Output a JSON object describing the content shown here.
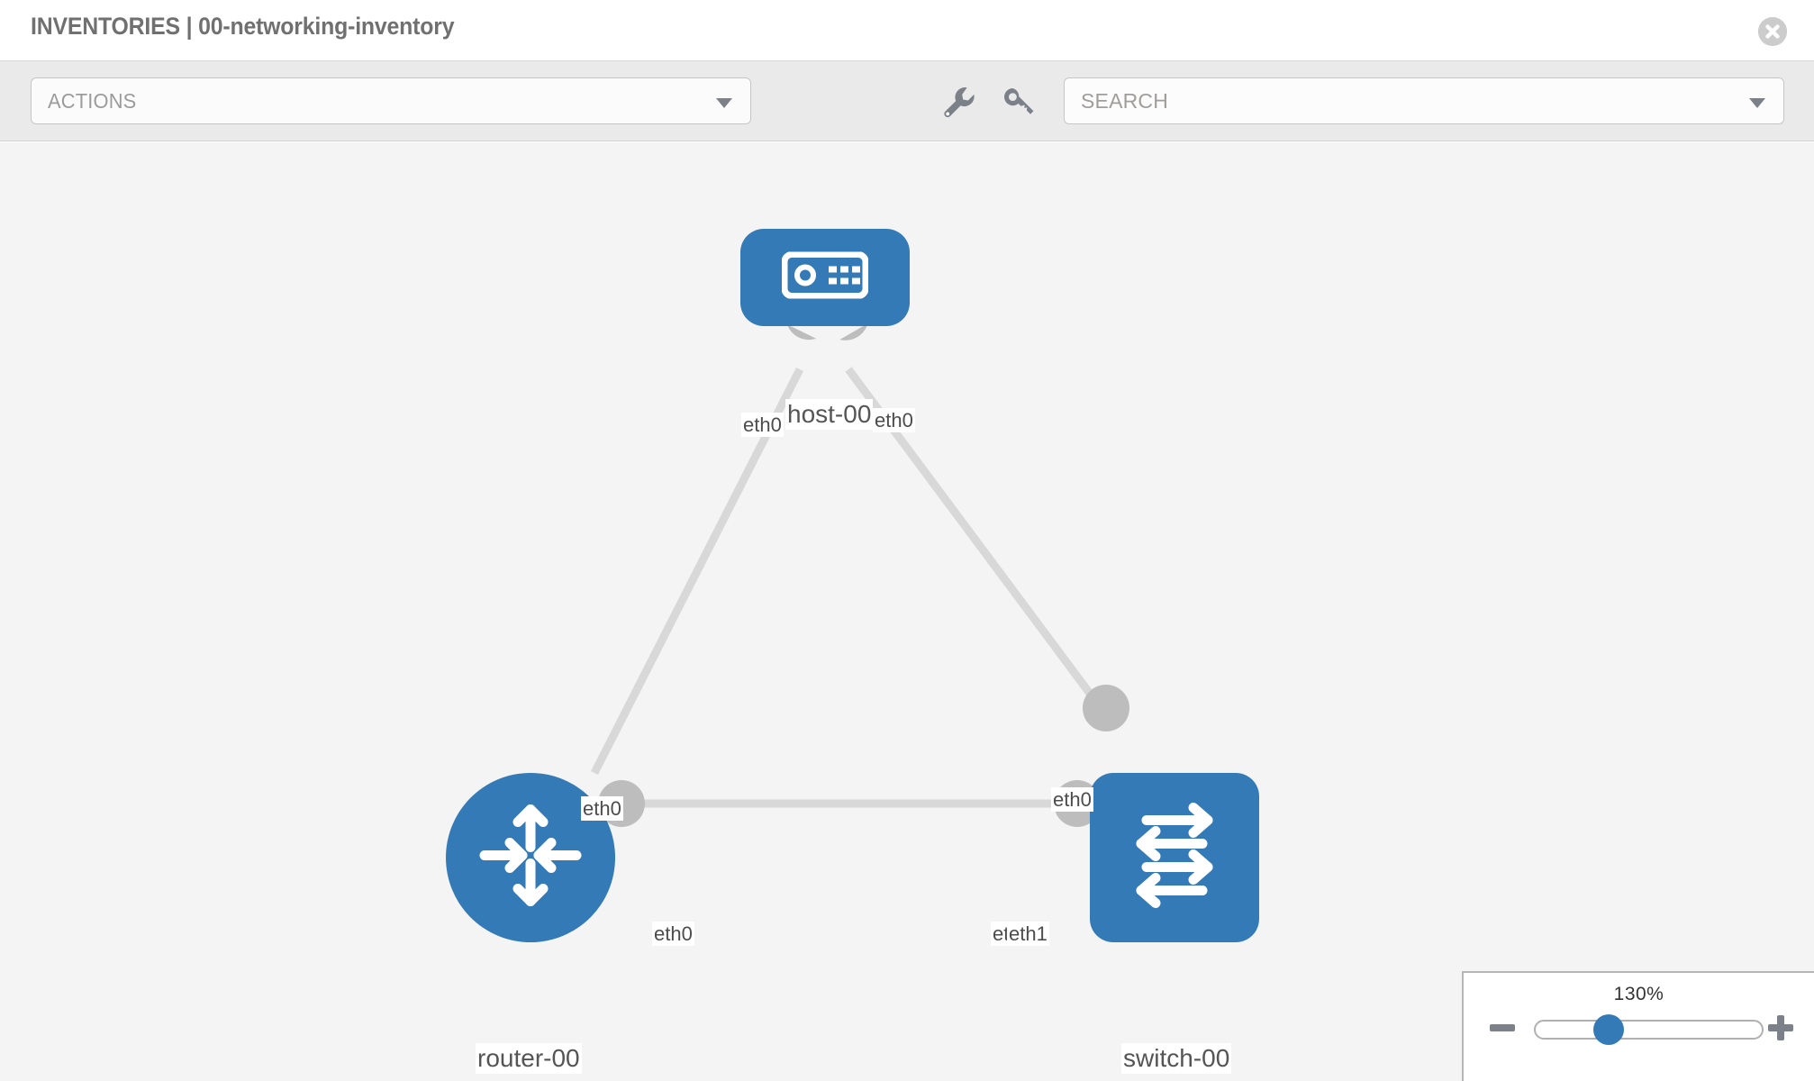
{
  "header": {
    "title": "INVENTORIES | 00-networking-inventory",
    "close_icon": "close-circle-icon"
  },
  "toolbar": {
    "actions_label": "ACTIONS",
    "actions_caret_icon": "chevron-down-icon",
    "wrench_icon": "wrench-icon",
    "key_icon": "key-icon",
    "search_placeholder": "SEARCH",
    "search_value": "",
    "search_caret_icon": "chevron-down-icon"
  },
  "topology": {
    "nodes": [
      {
        "id": "host-00",
        "label": "host-00",
        "type": "host",
        "icon": "server-device-icon",
        "color": "#337ab7"
      },
      {
        "id": "router-00",
        "label": "router-00",
        "type": "router",
        "icon": "router-arrows-icon",
        "color": "#337ab7"
      },
      {
        "id": "switch-00",
        "label": "switch-00",
        "type": "switch",
        "icon": "switch-arrows-icon",
        "color": "#337ab7"
      }
    ],
    "edges": [
      {
        "from": "host-00",
        "to": "router-00",
        "from_label": "eth0",
        "to_label": "eth0"
      },
      {
        "from": "host-00",
        "to": "switch-00",
        "from_label": "eth0",
        "to_label": "eth0"
      },
      {
        "from": "router-00",
        "to": "switch-00",
        "from_label": "eth0",
        "to_label": "eth1",
        "overlap_label": "eth0"
      }
    ],
    "edge_labels": {
      "host_left": "eth0",
      "host_right": "eth0",
      "router_up": "eth0",
      "switch_up": "eth0",
      "router_right": "eth0",
      "switch_left_under": "eth0",
      "switch_left": "eth1"
    }
  },
  "zoom_control": {
    "percent": "130%",
    "minus_icon": "minus-icon",
    "plus_icon": "plus-icon",
    "slider_value": 62
  }
}
